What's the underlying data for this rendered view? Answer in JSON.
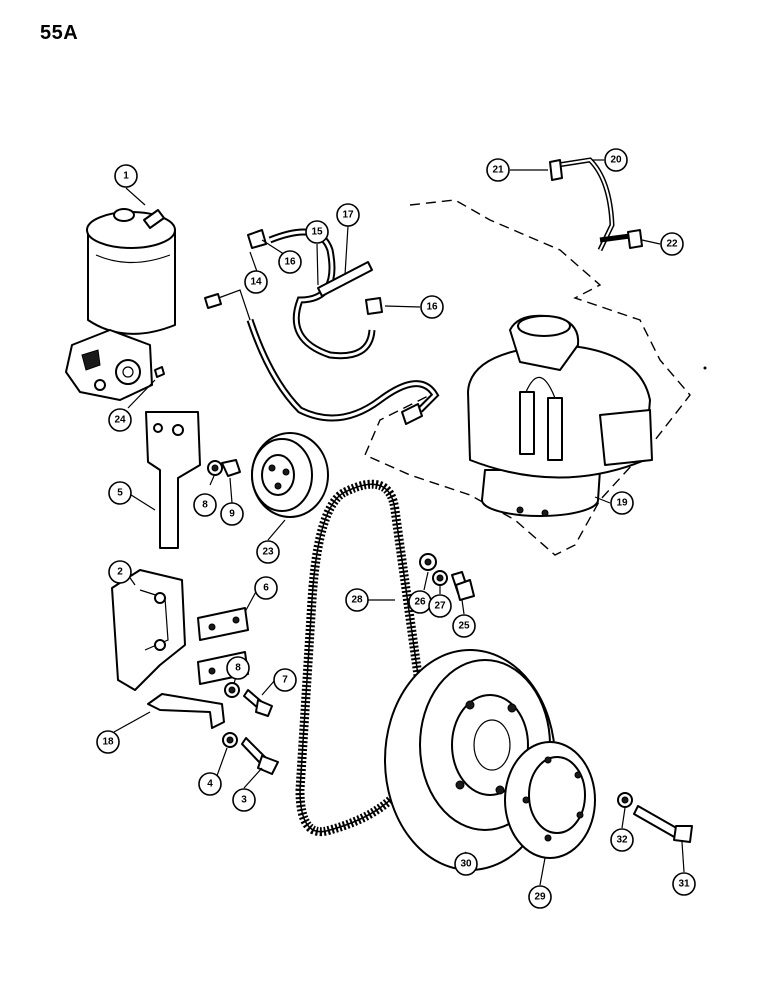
{
  "page": {
    "label": "55A"
  },
  "callouts": [
    {
      "id": "c1",
      "text": "1"
    },
    {
      "id": "c2",
      "text": "2"
    },
    {
      "id": "c3",
      "text": "3"
    },
    {
      "id": "c4",
      "text": "4"
    },
    {
      "id": "c5",
      "text": "5"
    },
    {
      "id": "c6",
      "text": "6"
    },
    {
      "id": "c7",
      "text": "7"
    },
    {
      "id": "c8a",
      "text": "8"
    },
    {
      "id": "c8b",
      "text": "8"
    },
    {
      "id": "c9",
      "text": "9"
    },
    {
      "id": "c14",
      "text": "14"
    },
    {
      "id": "c15",
      "text": "15"
    },
    {
      "id": "c16a",
      "text": "16"
    },
    {
      "id": "c16b",
      "text": "16"
    },
    {
      "id": "c17",
      "text": "17"
    },
    {
      "id": "c18",
      "text": "18"
    },
    {
      "id": "c19",
      "text": "19"
    },
    {
      "id": "c20",
      "text": "20"
    },
    {
      "id": "c21",
      "text": "21"
    },
    {
      "id": "c22",
      "text": "22"
    },
    {
      "id": "c23",
      "text": "23"
    },
    {
      "id": "c24",
      "text": "24"
    },
    {
      "id": "c25",
      "text": "25"
    },
    {
      "id": "c26",
      "text": "26"
    },
    {
      "id": "c27",
      "text": "27"
    },
    {
      "id": "c28",
      "text": "28"
    },
    {
      "id": "c29",
      "text": "29"
    },
    {
      "id": "c30",
      "text": "30"
    },
    {
      "id": "c31",
      "text": "31"
    },
    {
      "id": "c32",
      "text": "32"
    }
  ]
}
